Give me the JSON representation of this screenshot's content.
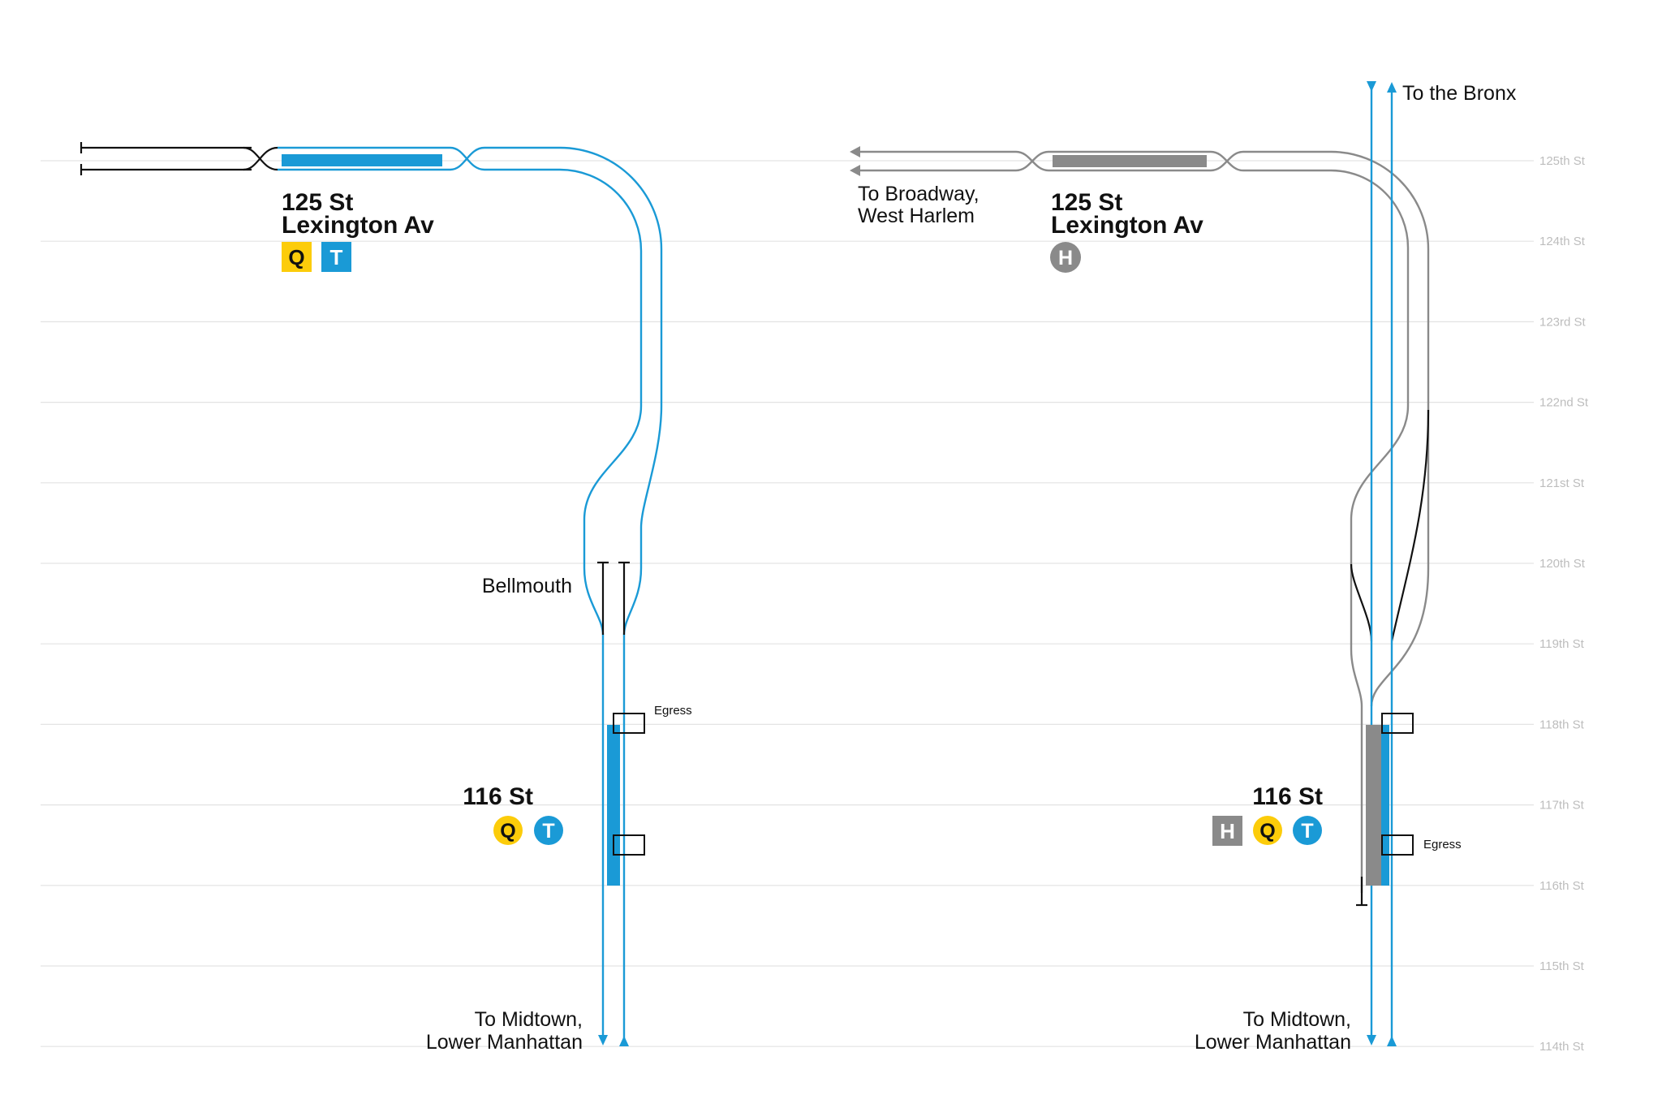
{
  "colors": {
    "blue": "#1a9ad6",
    "gray": "#8a8a8a",
    "yellow": "#fccc0a",
    "black": "#111111",
    "grid": "#e3e3e3",
    "street_label": "#bdbdbd"
  },
  "streets": [
    "125th St",
    "124th St",
    "123rd St",
    "122nd St",
    "121st St",
    "120th St",
    "119th St",
    "118th St",
    "117th St",
    "116th St",
    "115th St",
    "114th St"
  ],
  "left": {
    "station_125": {
      "line1": "125 St",
      "line2": "Lexington Av"
    },
    "routes_125": [
      {
        "letter": "Q",
        "shape": "square",
        "color": "yellow",
        "text_color": "black"
      },
      {
        "letter": "T",
        "shape": "square",
        "color": "blue",
        "text_color": "white"
      }
    ],
    "bellmouth_label": "Bellmouth",
    "egress_label": "Egress",
    "station_116": {
      "name": "116 St"
    },
    "routes_116": [
      {
        "letter": "Q",
        "shape": "circle",
        "color": "yellow",
        "text_color": "black"
      },
      {
        "letter": "T",
        "shape": "circle",
        "color": "blue",
        "text_color": "white"
      }
    ],
    "south_dest": {
      "line1": "To Midtown,",
      "line2": "Lower Manhattan"
    }
  },
  "right": {
    "north_dest": "To the Bronx",
    "west_dest": {
      "line1": "To Broadway,",
      "line2": "West Harlem"
    },
    "station_125": {
      "line1": "125 St",
      "line2": "Lexington Av"
    },
    "routes_125": [
      {
        "letter": "H",
        "shape": "circle",
        "color": "gray",
        "text_color": "white"
      }
    ],
    "egress_label": "Egress",
    "station_116": {
      "name": "116 St"
    },
    "routes_116": [
      {
        "letter": "H",
        "shape": "square",
        "color": "gray",
        "text_color": "white"
      },
      {
        "letter": "Q",
        "shape": "circle",
        "color": "yellow",
        "text_color": "black"
      },
      {
        "letter": "T",
        "shape": "circle",
        "color": "blue",
        "text_color": "white"
      }
    ],
    "south_dest": {
      "line1": "To Midtown,",
      "line2": "Lower Manhattan"
    }
  }
}
